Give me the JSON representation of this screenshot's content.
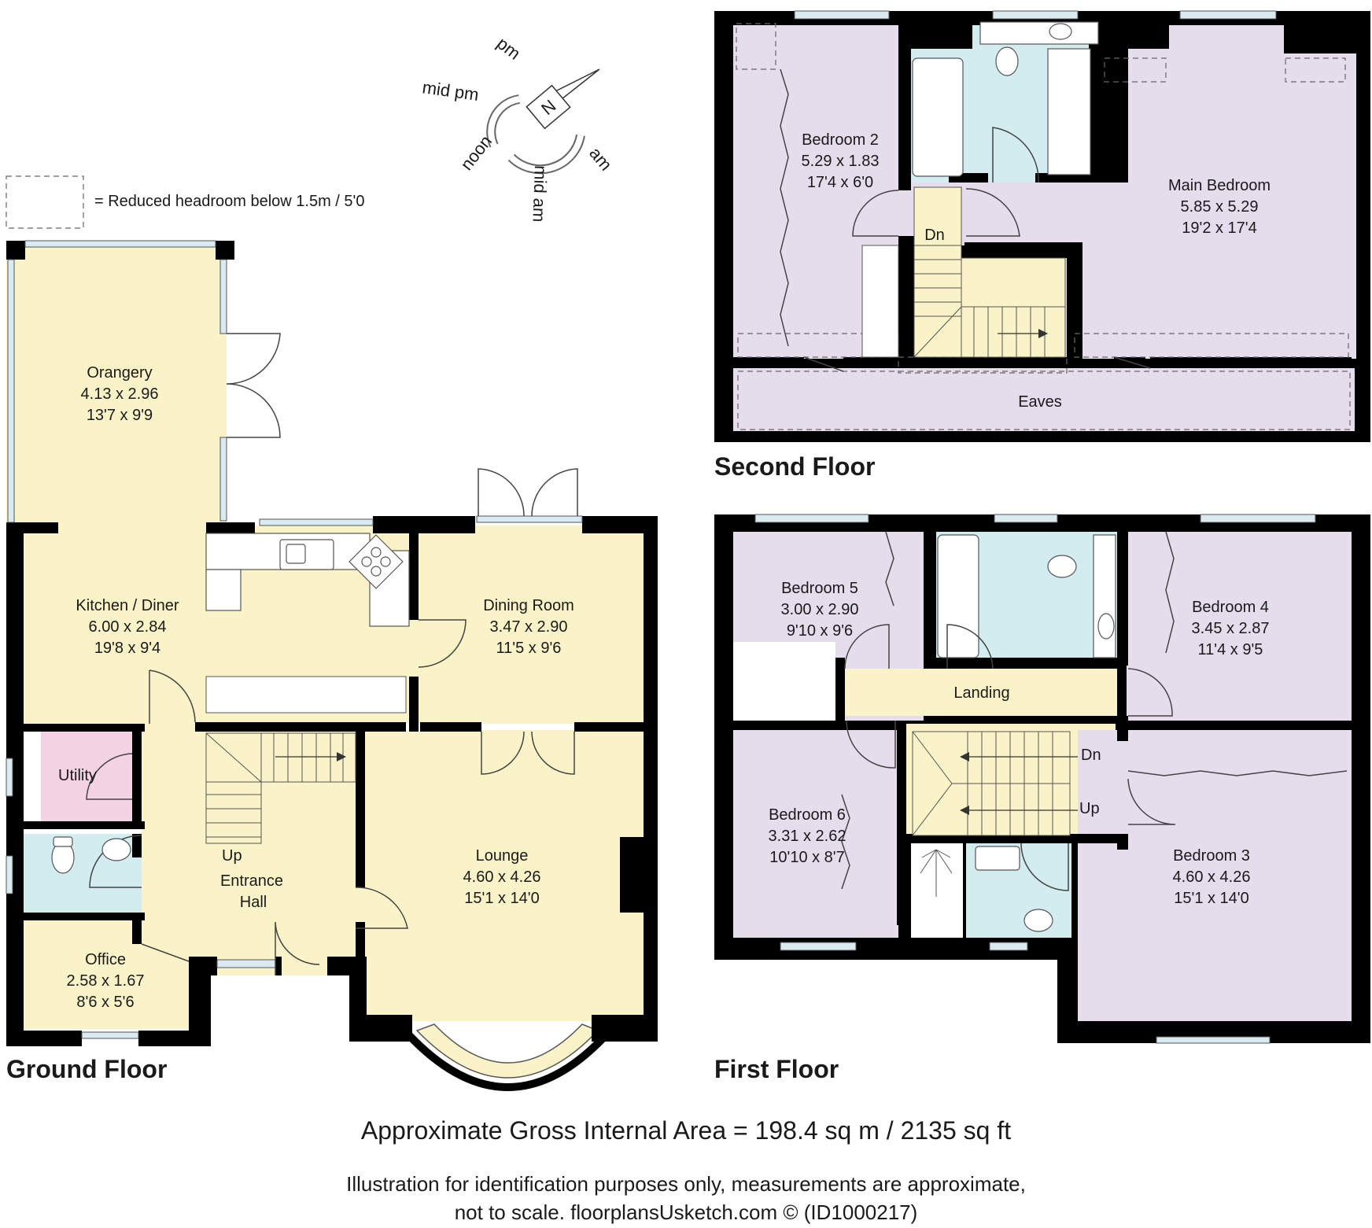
{
  "legend": {
    "text": "= Reduced headroom below 1.5m / 5'0"
  },
  "compass": {
    "north": "N",
    "labels": [
      "pm",
      "mid pm",
      "noon",
      "mid am",
      "am"
    ]
  },
  "floors": {
    "ground": "Ground Floor",
    "first": "First Floor",
    "second": "Second Floor"
  },
  "rooms": {
    "orangery": {
      "name": "Orangery",
      "metric": "4.13 x 2.96",
      "imperial": "13'7 x 9'9"
    },
    "kitchen": {
      "name": "Kitchen / Diner",
      "metric": "6.00 x 2.84",
      "imperial": "19'8 x 9'4"
    },
    "dining": {
      "name": "Dining Room",
      "metric": "3.47 x 2.90",
      "imperial": "11'5 x 9'6"
    },
    "utility": {
      "name": "Utility"
    },
    "hall": {
      "name1": "Entrance",
      "name2": "Hall",
      "up": "Up"
    },
    "lounge": {
      "name": "Lounge",
      "metric": "4.60 x 4.26",
      "imperial": "15'1 x 14'0"
    },
    "office": {
      "name": "Office",
      "metric": "2.58 x 1.67",
      "imperial": "8'6 x 5'6"
    },
    "bedroom2": {
      "name": "Bedroom 2",
      "metric": "5.29 x 1.83",
      "imperial": "17'4 x 6'0"
    },
    "main": {
      "name": "Main Bedroom",
      "metric": "5.85 x 5.29",
      "imperial": "19'2 x 17'4"
    },
    "eaves": {
      "name": "Eaves"
    },
    "second_stairs": {
      "dn": "Dn"
    },
    "bedroom5": {
      "name": "Bedroom 5",
      "metric": "3.00 x 2.90",
      "imperial": "9'10 x 9'6"
    },
    "bedroom4": {
      "name": "Bedroom 4",
      "metric": "3.45 x 2.87",
      "imperial": "11'4 x 9'5"
    },
    "landing": {
      "name": "Landing",
      "dn": "Dn",
      "up": "Up"
    },
    "bedroom6": {
      "name": "Bedroom 6",
      "metric": "3.31 x 2.62",
      "imperial": "10'10 x 8'7"
    },
    "bedroom3": {
      "name": "Bedroom 3",
      "metric": "4.60 x 4.26",
      "imperial": "15'1 x 14'0"
    }
  },
  "footer": {
    "area": "Approximate Gross Internal Area = 198.4 sq m / 2135 sq ft",
    "disclaimer1": "Illustration for identification purposes only, measurements are approximate,",
    "disclaimer2": "not to scale. floorplansUsketch.com © (ID1000217)"
  },
  "colors": {
    "living": "#faf3c8",
    "bedroom": "#e5dcec",
    "bathroom": "#d2ecf0",
    "utility": "#f3d2e3",
    "wall": "#000000"
  }
}
